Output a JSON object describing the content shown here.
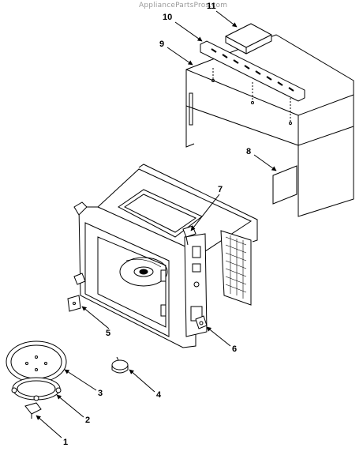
{
  "watermark": "AppliancePartsPros.com",
  "callouts": [
    {
      "id": "11",
      "label": "11"
    },
    {
      "id": "10",
      "label": "10"
    },
    {
      "id": "9",
      "label": "9"
    },
    {
      "id": "8",
      "label": "8"
    },
    {
      "id": "7",
      "label": "7"
    },
    {
      "id": "6",
      "label": "6"
    },
    {
      "id": "5",
      "label": "5"
    },
    {
      "id": "4",
      "label": "4"
    },
    {
      "id": "3",
      "label": "3"
    },
    {
      "id": "2",
      "label": "2"
    },
    {
      "id": "1",
      "label": "1"
    }
  ],
  "colors": {
    "ink": "#000000",
    "watermark": "#9a9a9a",
    "background": "#ffffff"
  }
}
